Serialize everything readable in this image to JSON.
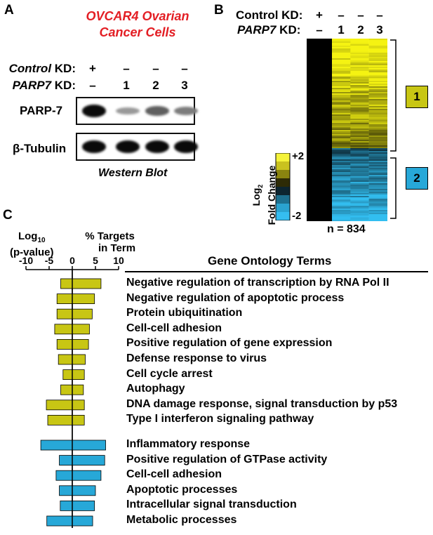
{
  "panel_a": {
    "letter": "A",
    "title_line1": "OVCAR4 Ovarian",
    "title_line2": "Cancer Cells",
    "control_label_italic": "Control",
    "kd_suffix": " KD:",
    "parp7_label_italic": "PARP7",
    "control_marks": [
      "+",
      "–",
      "–",
      "–"
    ],
    "parp7_marks": [
      "–",
      "1",
      "2",
      "3"
    ],
    "blot1_label": "PARP-7",
    "blot2_label": "β-Tubulin",
    "caption": "Western Blot",
    "band_intensity_parp7": [
      1.0,
      0.25,
      0.55,
      0.4
    ],
    "band_intensity_tubulin": [
      1.0,
      1.0,
      1.0,
      1.0
    ]
  },
  "panel_b": {
    "letter": "B",
    "control_label": "Control KD:",
    "parp7_label_italic": "PARP7",
    "kd_suffix": " KD:",
    "control_marks": [
      "+",
      "–",
      "–",
      "–"
    ],
    "parp7_marks": [
      "–",
      "1",
      "2",
      "3"
    ],
    "legend_title_log": "Log",
    "legend_title_sub": "2",
    "legend_title_fc": "Fold Change",
    "legend_max": "+2",
    "legend_min": "-2",
    "legend_colors": [
      "#f5f33a",
      "#c9c21f",
      "#8a8410",
      "#2e2b06",
      "#0d2530",
      "#1d6f8e",
      "#2aa2cf",
      "#35bdf0"
    ],
    "cluster1": "1",
    "cluster2": "2",
    "cluster1_color": "#c8c614",
    "cluster2_color": "#27a8d8",
    "n_label": "n = 834",
    "cluster1_fraction": 0.6
  },
  "panel_c": {
    "letter": "C",
    "left_axis_title_log": "Log",
    "left_axis_title_sub": "10",
    "left_axis_title_2": "(p-value)",
    "right_axis_title_1": "% Targets",
    "right_axis_title_2": "in Term",
    "ticks": [
      "-10",
      "-5",
      "0",
      "5",
      "10"
    ],
    "go_header": "Gene Ontology Terms",
    "cluster1_color": "#c8c614",
    "cluster2_color": "#27a8d8"
  },
  "chart_data": {
    "type": "bar",
    "xlim": [
      -10,
      10
    ],
    "series": [
      {
        "name": "Log10 (p-value)",
        "values": [
          -2.5,
          -3.3,
          -3.3,
          -3.8,
          -3.3,
          -3.0,
          -2.0,
          -2.5,
          -5.6,
          -5.3,
          -6.8,
          -2.8,
          -3.5,
          -2.8,
          -2.6,
          -5.5
        ]
      },
      {
        "name": "% Targets in Term",
        "values": [
          6.2,
          4.8,
          4.3,
          3.7,
          3.5,
          2.8,
          2.6,
          2.4,
          2.6,
          2.6,
          7.2,
          7.0,
          6.2,
          5.0,
          4.8,
          4.4
        ]
      }
    ],
    "categories": [
      "Negative regulation of transcription by RNA Pol II",
      "Negative regulation of apoptotic process",
      "Protein ubiquitination",
      "Cell-cell adhesion",
      "Positive regulation of gene expression",
      "Defense response to virus",
      "Cell cycle arrest",
      "Autophagy",
      "DNA damage response, signal transduction by p53",
      "Type I interferon signaling pathway",
      "Inflammatory response",
      "Positive regulation of GTPase activity",
      "Cell-cell adhesion",
      "Apoptotic processes",
      "Intracellular signal transduction",
      "Metabolic processes"
    ],
    "cluster": [
      1,
      1,
      1,
      1,
      1,
      1,
      1,
      1,
      1,
      1,
      2,
      2,
      2,
      2,
      2,
      2
    ]
  }
}
